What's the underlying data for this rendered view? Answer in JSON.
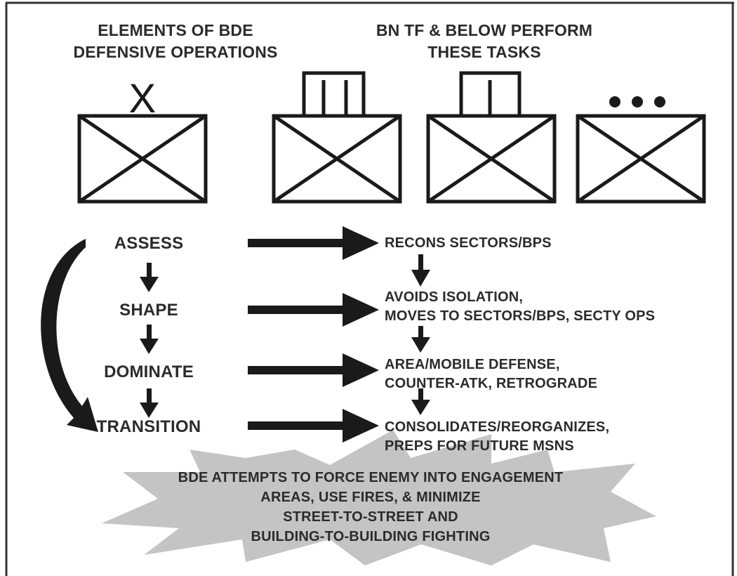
{
  "headers": {
    "left_line1": "ELEMENTS OF BDE",
    "left_line2": "DEFENSIVE OPERATIONS",
    "right_line1": "BN TF & BELOW PERFORM",
    "right_line2": "THESE TASKS"
  },
  "unit_symbols": {
    "brigade_mark": "X",
    "company_mark": "•••"
  },
  "phases": [
    "ASSESS",
    "SHAPE",
    "DOMINATE",
    "TRANSITION"
  ],
  "tasks": [
    {
      "line1": "RECONS SECTORS/BPS",
      "line2": ""
    },
    {
      "line1": "AVOIDS ISOLATION,",
      "line2": "MOVES TO SECTORS/BPS, SECTY OPS"
    },
    {
      "line1": "AREA/MOBILE DEFENSE,",
      "line2": "COUNTER-ATK, RETROGRADE"
    },
    {
      "line1": "CONSOLIDATES/REORGANIZES,",
      "line2": "PREPS FOR FUTURE MSNS"
    }
  ],
  "burst": {
    "line1": "BDE ATTEMPTS TO FORCE ENEMY INTO ENGAGEMENT",
    "line2": "AREAS, USE FIRES, & MINIMIZE",
    "line3": "STREET-TO-STREET AND",
    "line4": "BUILDING-TO-BUILDING FIGHTING"
  },
  "colors": {
    "ink": "#1a1a1a",
    "text": "#2b2b2b",
    "burst_fill": "#c4c4c4",
    "background": "#ffffff"
  }
}
